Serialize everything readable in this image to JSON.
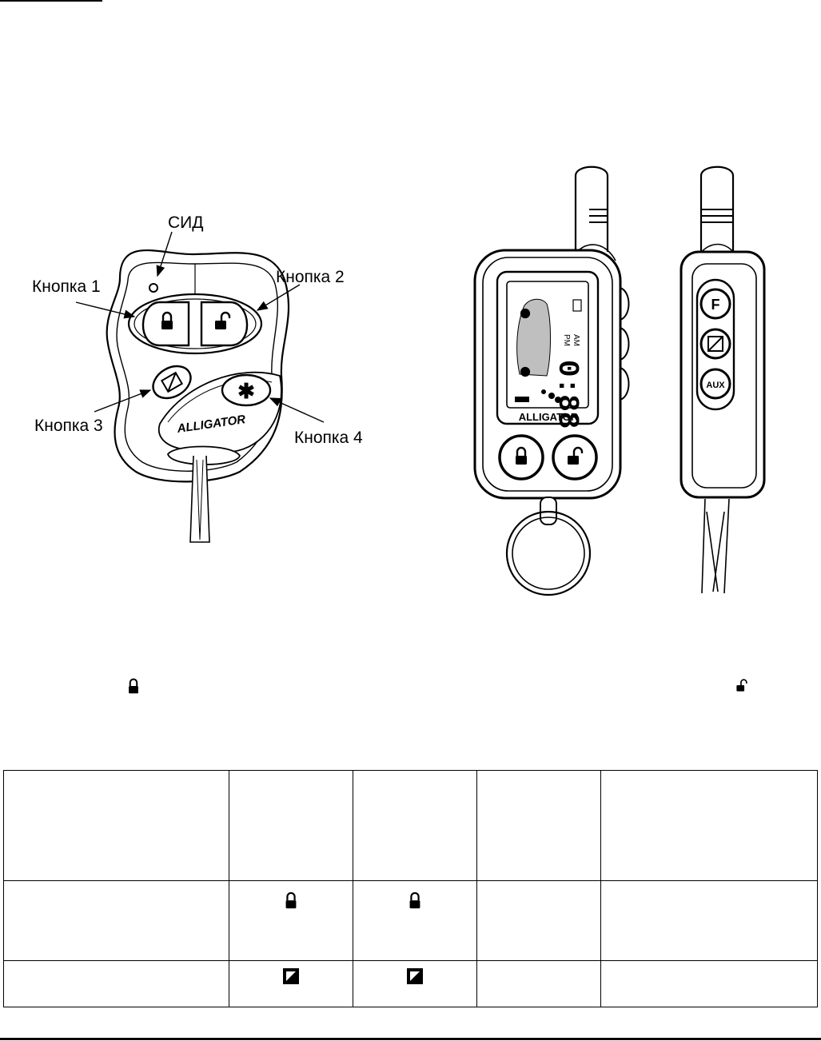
{
  "figure": {
    "remote_left": {
      "callouts": {
        "led": "СИД",
        "button1": "Кнопка 1",
        "button2": "Кнопка 2",
        "button3": "Кнопка 3",
        "button4": "Кнопка 4"
      },
      "brand": "ALLIGATOR",
      "star_symbol": "✱"
    },
    "remote_right": {
      "brand": "ALLIGATOR",
      "lcd_clock": "0:88",
      "lcd_am": "AM",
      "lcd_pm": "PM",
      "side_buttons": [
        "F",
        "AUX"
      ]
    }
  },
  "inline_icons": {
    "left": "lock-closed-icon",
    "right": "lock-open-icon"
  },
  "table": {
    "row2_icons": [
      "lock-closed-icon",
      "lock-closed-icon"
    ],
    "row3_icons": [
      "panic-icon",
      "panic-icon"
    ]
  }
}
